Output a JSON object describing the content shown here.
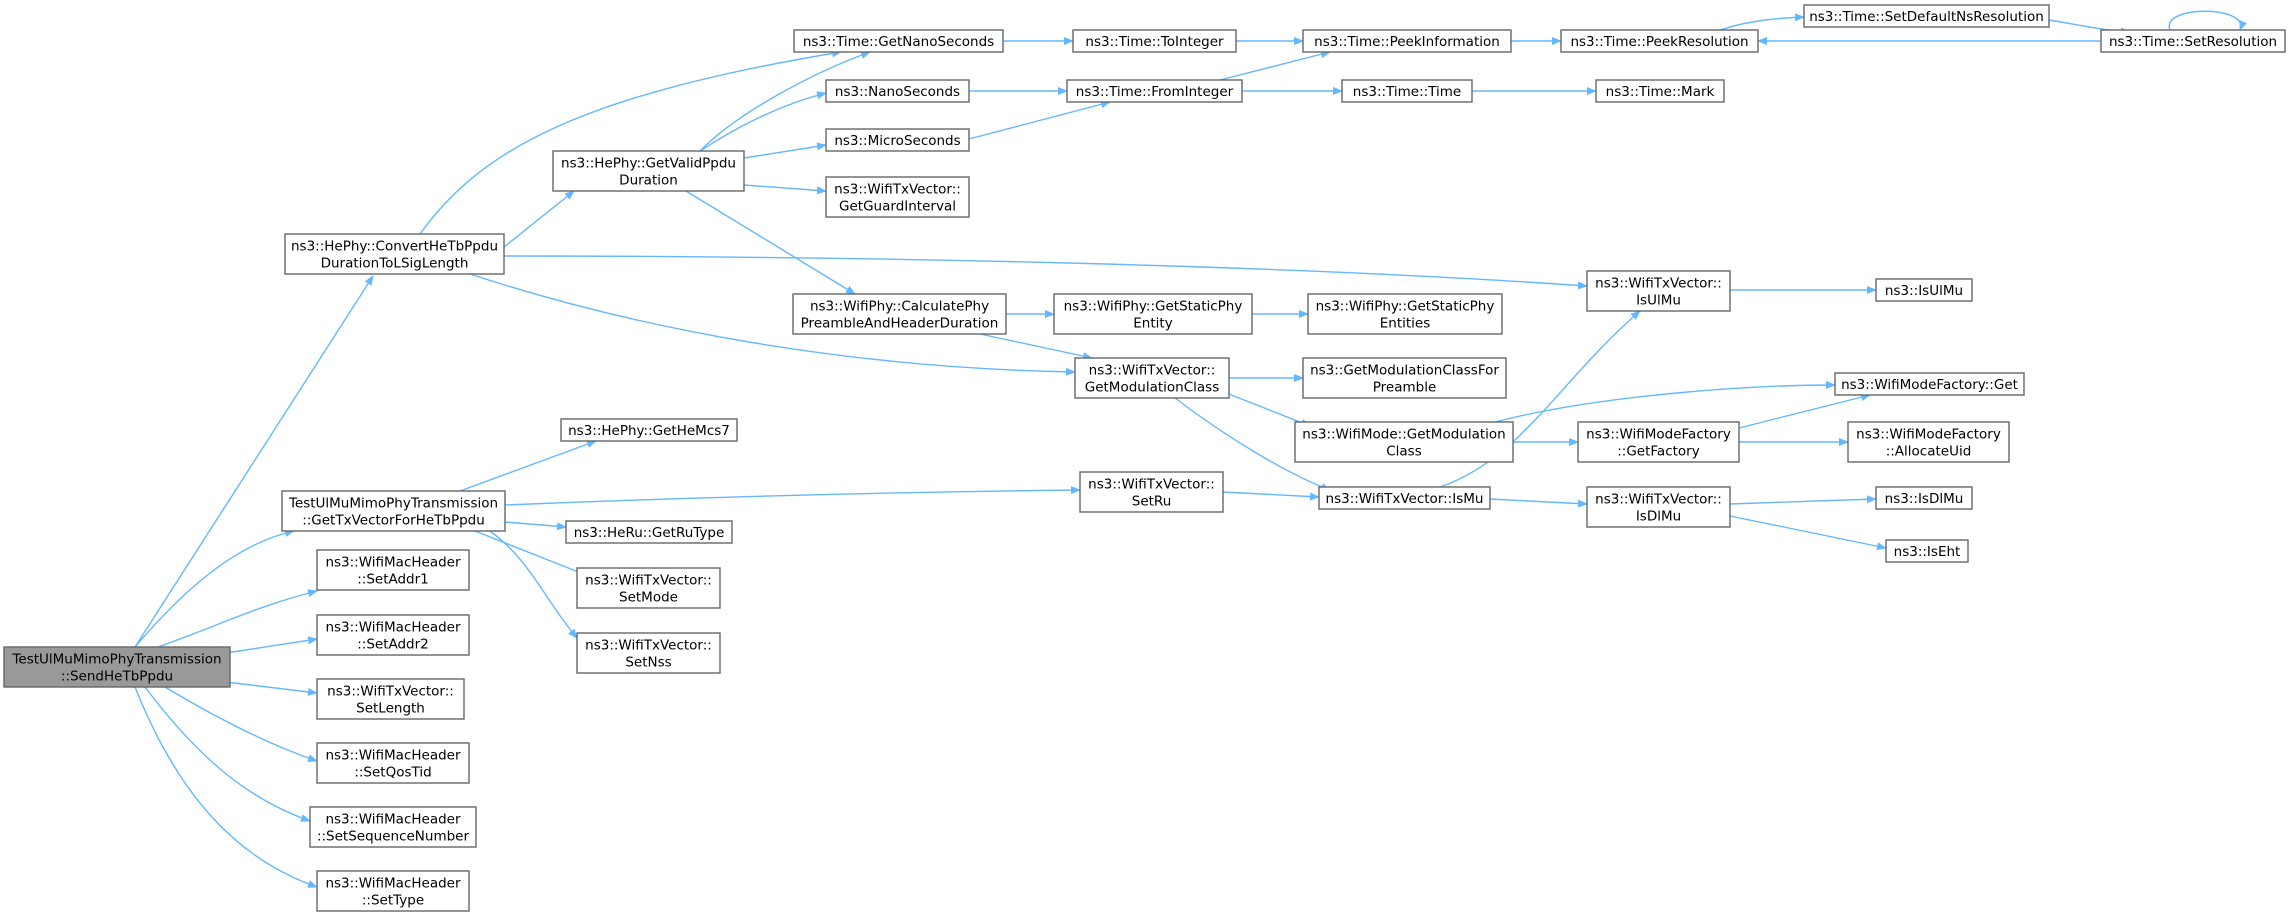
{
  "colors": {
    "edge": "#63b8ff",
    "node_border": "#666666",
    "root_fill": "#999999",
    "node_fill": "#ffffff"
  },
  "nodes": {
    "root": [
      "TestUlMuMimoPhyTransmission",
      "::SendHeTbPpdu"
    ],
    "convertHeTb": [
      "ns3::HePhy::ConvertHeTbPpdu",
      "DurationToLSigLength"
    ],
    "getTxVector": [
      "TestUlMuMimoPhyTransmission",
      "::GetTxVectorForHeTbPpdu"
    ],
    "setAddr1": [
      "ns3::WifiMacHeader",
      "::SetAddr1"
    ],
    "setAddr2": [
      "ns3::WifiMacHeader",
      "::SetAddr2"
    ],
    "setLength": [
      "ns3::WifiTxVector::",
      "SetLength"
    ],
    "setQosTid": [
      "ns3::WifiMacHeader",
      "::SetQosTid"
    ],
    "setSeqNum": [
      "ns3::WifiMacHeader",
      "::SetSequenceNumber"
    ],
    "setType": [
      "ns3::WifiMacHeader",
      "::SetType"
    ],
    "getValidPpdu": [
      "ns3::HePhy::GetValidPpdu",
      "Duration"
    ],
    "getHeMcs7": [
      "ns3::HePhy::GetHeMcs7"
    ],
    "getRuType": [
      "ns3::HeRu::GetRuType"
    ],
    "setMode": [
      "ns3::WifiTxVector::",
      "SetMode"
    ],
    "setNss": [
      "ns3::WifiTxVector::",
      "SetNss"
    ],
    "getNanoSeconds": [
      "ns3::Time::GetNanoSeconds"
    ],
    "nanoSeconds": [
      "ns3::NanoSeconds"
    ],
    "microSeconds": [
      "ns3::MicroSeconds"
    ],
    "getGuardInterval": [
      "ns3::WifiTxVector::",
      "GetGuardInterval"
    ],
    "calcPreamble": [
      "ns3::WifiPhy::CalculatePhy",
      "PreambleAndHeaderDuration"
    ],
    "toInteger": [
      "ns3::Time::ToInteger"
    ],
    "fromInteger": [
      "ns3::Time::FromInteger"
    ],
    "getStaticPhyEntity": [
      "ns3::WifiPhy::GetStaticPhy",
      "Entity"
    ],
    "getModClassTx": [
      "ns3::WifiTxVector::",
      "GetModulationClass"
    ],
    "setRu": [
      "ns3::WifiTxVector::",
      "SetRu"
    ],
    "peekInfo": [
      "ns3::Time::PeekInformation"
    ],
    "timeTime": [
      "ns3::Time::Time"
    ],
    "getStaticPhyEntities": [
      "ns3::WifiPhy::GetStaticPhy",
      "Entities"
    ],
    "getModClassPreamble": [
      "ns3::GetModulationClassFor",
      "Preamble"
    ],
    "wifiModeGetModClass": [
      "ns3::WifiMode::GetModulation",
      "Class"
    ],
    "isMu": [
      "ns3::WifiTxVector::IsMu"
    ],
    "peekResolution": [
      "ns3::Time::PeekResolution"
    ],
    "timeMark": [
      "ns3::Time::Mark"
    ],
    "isUlMuTx": [
      "ns3::WifiTxVector::",
      "IsUlMu"
    ],
    "getFactory": [
      "ns3::WifiModeFactory",
      "::GetFactory"
    ],
    "isDlMuTx": [
      "ns3::WifiTxVector::",
      "IsDlMu"
    ],
    "setDefaultNs": [
      "ns3::Time::SetDefaultNsResolution"
    ],
    "isUlMu": [
      "ns3::IsUlMu"
    ],
    "wifiModeFactoryGet": [
      "ns3::WifiModeFactory::Get"
    ],
    "allocateUid": [
      "ns3::WifiModeFactory",
      "::AllocateUid"
    ],
    "isDlMu": [
      "ns3::IsDlMu"
    ],
    "isEht": [
      "ns3::IsEht"
    ],
    "setResolution": [
      "ns3::Time::SetResolution"
    ]
  }
}
